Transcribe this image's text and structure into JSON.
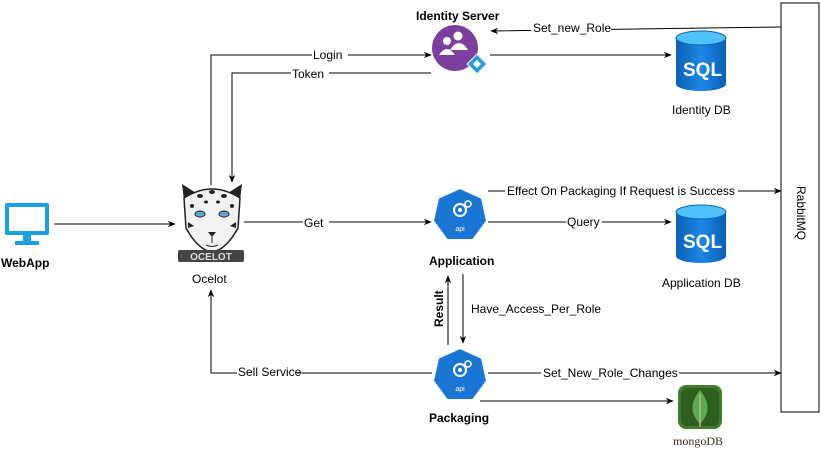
{
  "nodes": {
    "identity_server": {
      "label": "Identity Server"
    },
    "identity_db": {
      "label": "Identity DB",
      "badge": "SQL"
    },
    "webapp": {
      "label": "WebApp"
    },
    "ocelot": {
      "label": "Ocelot",
      "logo_text": "OCELOT"
    },
    "application": {
      "label": "Application",
      "badge": "api"
    },
    "application_db": {
      "label": "Application DB",
      "badge": "SQL"
    },
    "packaging": {
      "label": "Packaging",
      "badge": "api"
    },
    "mongodb": {
      "label": "mongoDB"
    },
    "rabbitmq": {
      "label": "RabbitMQ"
    }
  },
  "edges": {
    "login": "Login",
    "token": "Token",
    "set_new_role": "Set_new_Role",
    "get": "Get",
    "effect": "Effect On Packaging If Request is Success",
    "query": "Query",
    "have_access": "Have_Access_Per_Role",
    "result": "Result",
    "sell_service": "Sell Service",
    "set_new_role_changes": "Set_New_Role_Changes"
  },
  "colors": {
    "azure_blue": "#1976d2",
    "sql_blue": "#0078d4",
    "identity_purple": "#7b3f9e",
    "identity_badge": "#2b9bd8",
    "monitor": "#1ba1e2",
    "mongo_green": "#3f7d2b",
    "mongo_leaf": "#58aa50"
  }
}
